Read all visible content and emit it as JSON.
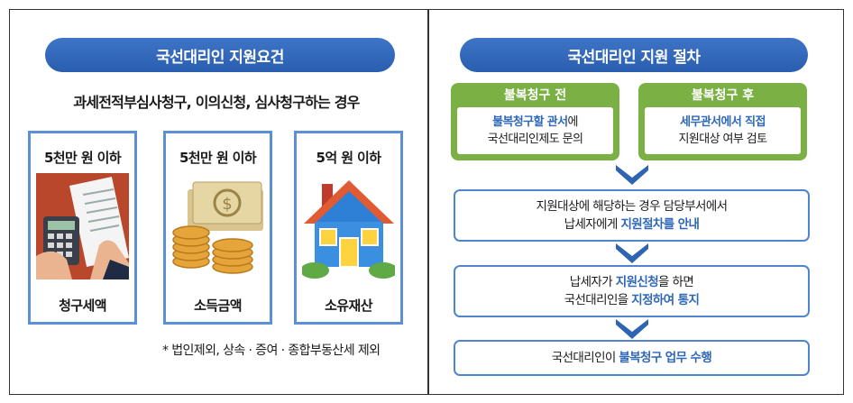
{
  "left": {
    "title": "국선대리인 지원요건",
    "condition": "과세전적부심사청구, 이의신청, 심사청구하는 경우",
    "cards": [
      {
        "amount": "5천만 원 이하",
        "label": "청구세액",
        "icon": "tax-calculation-icon"
      },
      {
        "amount": "5천만 원 이하",
        "label": "소득금액",
        "icon": "money-coins-icon"
      },
      {
        "amount": "5억 원 이하",
        "label": "소유재산",
        "icon": "house-icon"
      }
    ],
    "note": "* 법인제외, 상속 · 증여 · 종합부동산세 제외"
  },
  "right": {
    "title": "국선대리인 지원 절차",
    "before": {
      "head": "불복청구 전",
      "line1_blue": "불복청구할 관서",
      "line1_rest": "에",
      "line2": "국선대리인제도 문의"
    },
    "after": {
      "head": "불복청구 후",
      "line1_blue": "세무관서에서 직접",
      "line2": "지원대상 여부 검토"
    },
    "steps": [
      {
        "line1": "지원대상에 해당하는 경우 담당부서에서",
        "line2_pre": "납세자에게 ",
        "line2_blue": "지원절차를 안내",
        "line2_post": ""
      },
      {
        "line1_pre": "납세자가 ",
        "line1_blue": "지원신청",
        "line1_post": "을 하면",
        "line2_pre": "국선대리인을 ",
        "line2_blue": "지정하여 통지",
        "line2_post": ""
      },
      {
        "pre": "국선대리인이 ",
        "blue": "불복청구 업무 수행"
      }
    ]
  },
  "colors": {
    "pill": "#2f64b3",
    "green": "#7bb045",
    "border_blue": "#4f84cf",
    "text_blue": "#2f68b8"
  }
}
